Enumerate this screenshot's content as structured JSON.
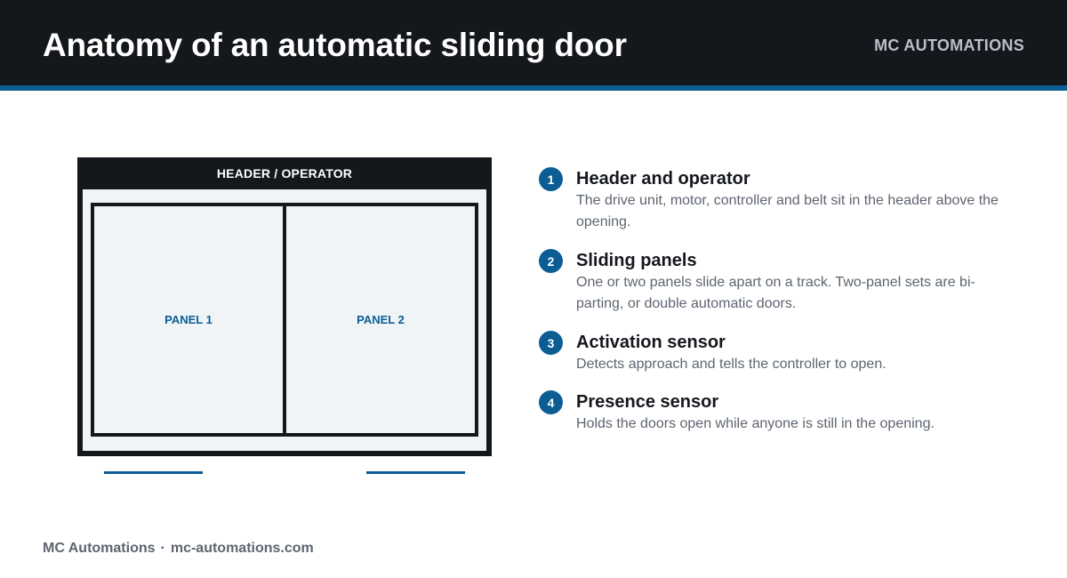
{
  "header": {
    "title": "Anatomy of an automatic sliding door",
    "brand": "MC AUTOMATIONS"
  },
  "diagram": {
    "header_label": "HEADER / OPERATOR",
    "panels": [
      "PANEL 1",
      "PANEL 2"
    ]
  },
  "callouts": [
    {
      "number": "1",
      "title": "Header and operator",
      "description": "The drive unit, motor, controller and belt sit in the header above the opening."
    },
    {
      "number": "2",
      "title": "Sliding panels",
      "description": "One or two panels slide apart on a track. Two-panel sets are bi-parting, or double automatic doors."
    },
    {
      "number": "3",
      "title": "Activation sensor",
      "description": "Detects approach and tells the controller to open."
    },
    {
      "number": "4",
      "title": "Presence sensor",
      "description": "Holds the doors open while anyone is still in the opening."
    }
  ],
  "footer": {
    "company": "MC Automations",
    "separator": "·",
    "website": "mc-automations.com"
  },
  "colors": {
    "dark": "#14171c",
    "accent": "#0b5d94",
    "panel_fill": "#f0f4f7",
    "muted_text": "#5d6570"
  }
}
